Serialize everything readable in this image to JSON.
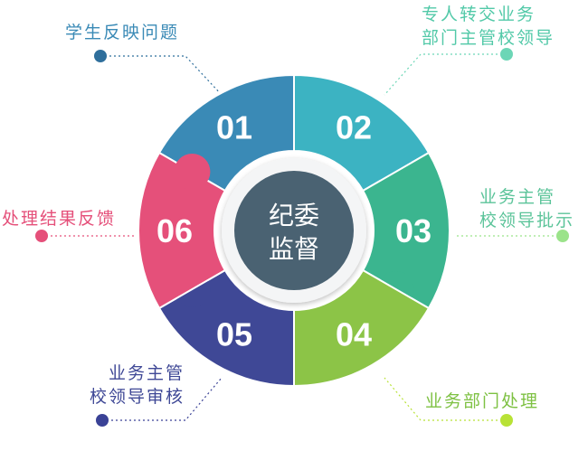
{
  "center": {
    "line1": "纪委",
    "line2": "监督",
    "color": "#4a6272"
  },
  "segments": [
    {
      "num": "01",
      "color": "#3a8ab6",
      "label_lines": [
        "学生反映问题"
      ],
      "label_color": "#3a8ab6",
      "dot_color": "#2f6f9c"
    },
    {
      "num": "02",
      "color": "#3cb3c2",
      "label_lines": [
        "专人转交业务",
        "部门主管校领导"
      ],
      "label_color": "#52c9a8",
      "dot_color": "#6cd6b6"
    },
    {
      "num": "03",
      "color": "#3bb58f",
      "label_lines": [
        "业务主管",
        "校领导批示"
      ],
      "label_color": "#5cc49a",
      "dot_color": "#9be38a"
    },
    {
      "num": "04",
      "color": "#8cc447",
      "label_lines": [
        "业务部门处理"
      ],
      "label_color": "#7ec143",
      "dot_color": "#b8e236"
    },
    {
      "num": "05",
      "color": "#3f4896",
      "label_lines": [
        "业务主管",
        "校领导审核"
      ],
      "label_color": "#3f4896",
      "dot_color": "#3a4296"
    },
    {
      "num": "06",
      "color": "#e5507a",
      "label_lines": [
        "处理结果反馈"
      ],
      "label_color": "#e5507a",
      "dot_color": "#e5507a"
    }
  ]
}
